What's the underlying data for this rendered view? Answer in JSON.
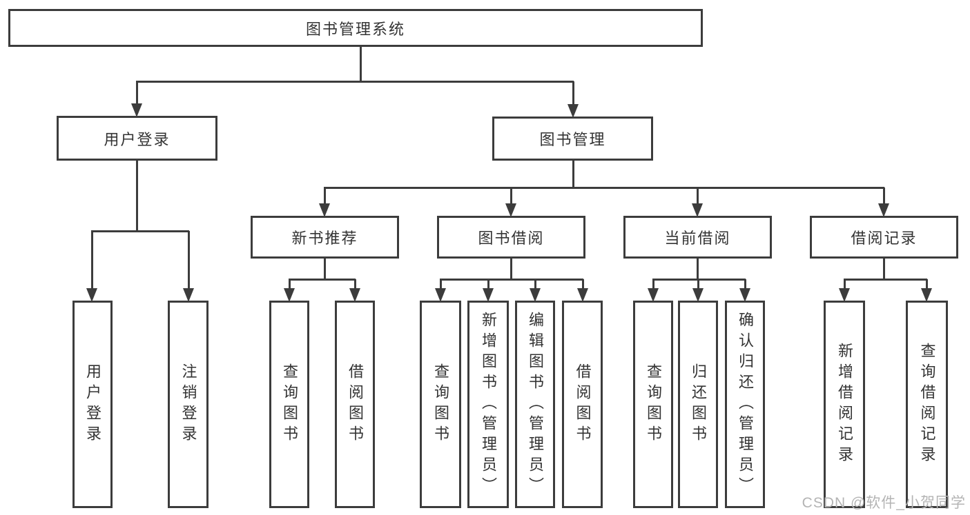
{
  "diagram": {
    "root": {
      "label": "图书管理系统"
    },
    "branches": [
      {
        "label": "用户登录",
        "children": [
          {
            "label": "用户登录"
          },
          {
            "label": "注销登录"
          }
        ]
      },
      {
        "label": "图书管理",
        "children": [
          {
            "label": "新书推荐",
            "children": [
              {
                "label": "查询图书"
              },
              {
                "label": "借阅图书"
              }
            ]
          },
          {
            "label": "图书借阅",
            "children": [
              {
                "label": "查询图书"
              },
              {
                "label": "新增图书（管理员）"
              },
              {
                "label": "编辑图书（管理员）"
              },
              {
                "label": "借阅图书"
              }
            ]
          },
          {
            "label": "当前借阅",
            "children": [
              {
                "label": "查询图书"
              },
              {
                "label": "归还图书"
              },
              {
                "label": "确认归还（管理员）"
              }
            ]
          },
          {
            "label": "借阅记录",
            "children": [
              {
                "label": "新增借阅记录"
              },
              {
                "label": "查询借阅记录"
              }
            ]
          }
        ]
      }
    ]
  },
  "watermark": {
    "text": "CSDN @软件_小贺同学"
  },
  "colors": {
    "line": "#3c3c3c",
    "text": "#333333",
    "watermark": "#b4b4b4",
    "background": "#ffffff"
  }
}
